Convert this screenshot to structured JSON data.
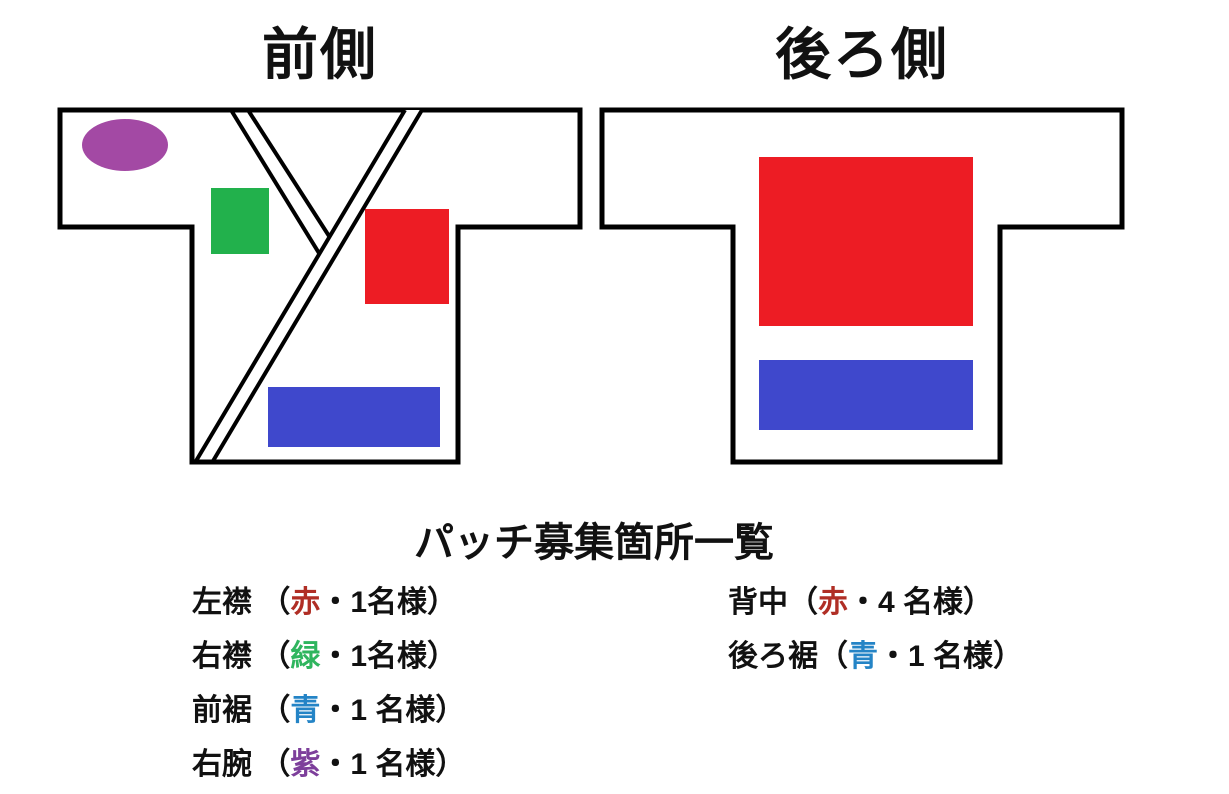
{
  "front": {
    "title": "前側",
    "patches": {
      "right_arm": {
        "shape": "ellipse",
        "color": "#A349A4"
      },
      "right_collar": {
        "shape": "rect",
        "color": "#22B14C"
      },
      "left_collar": {
        "shape": "rect",
        "color": "#ED1C24"
      },
      "front_hem": {
        "shape": "rect",
        "color": "#3F48CC"
      }
    }
  },
  "back": {
    "title": "後ろ側",
    "patches": {
      "back_center": {
        "shape": "rect",
        "color": "#ED1C24"
      },
      "back_hem": {
        "shape": "rect",
        "color": "#3F48CC"
      }
    }
  },
  "list": {
    "title": "パッチ募集箇所一覧",
    "left_items": [
      {
        "prefix": "左襟 （",
        "color_char": "赤",
        "suffix": "・1名様）",
        "color_hex": "#B02E25"
      },
      {
        "prefix": "右襟 （",
        "color_char": "緑",
        "suffix": "・1名様）",
        "color_hex": "#2FB55E"
      },
      {
        "prefix": "前裾 （",
        "color_char": "青",
        "suffix": "・1 名様）",
        "color_hex": "#2484C6"
      },
      {
        "prefix": "右腕 （",
        "color_char": "紫",
        "suffix": "・1 名様）",
        "color_hex": "#7D3F9B"
      }
    ],
    "right_items": [
      {
        "prefix": "背中（",
        "color_char": "赤",
        "suffix": "・4 名様）",
        "color_hex": "#B02E25"
      },
      {
        "prefix": "後ろ裾（",
        "color_char": "青",
        "suffix": "・1 名様）",
        "color_hex": "#2484C6"
      }
    ]
  },
  "colors": {
    "outline": "#000000",
    "garment_fill": "#ffffff",
    "patch_red": "#ED1C24",
    "patch_green": "#22B14C",
    "patch_blue": "#3F48CC",
    "patch_purple": "#A349A4"
  }
}
